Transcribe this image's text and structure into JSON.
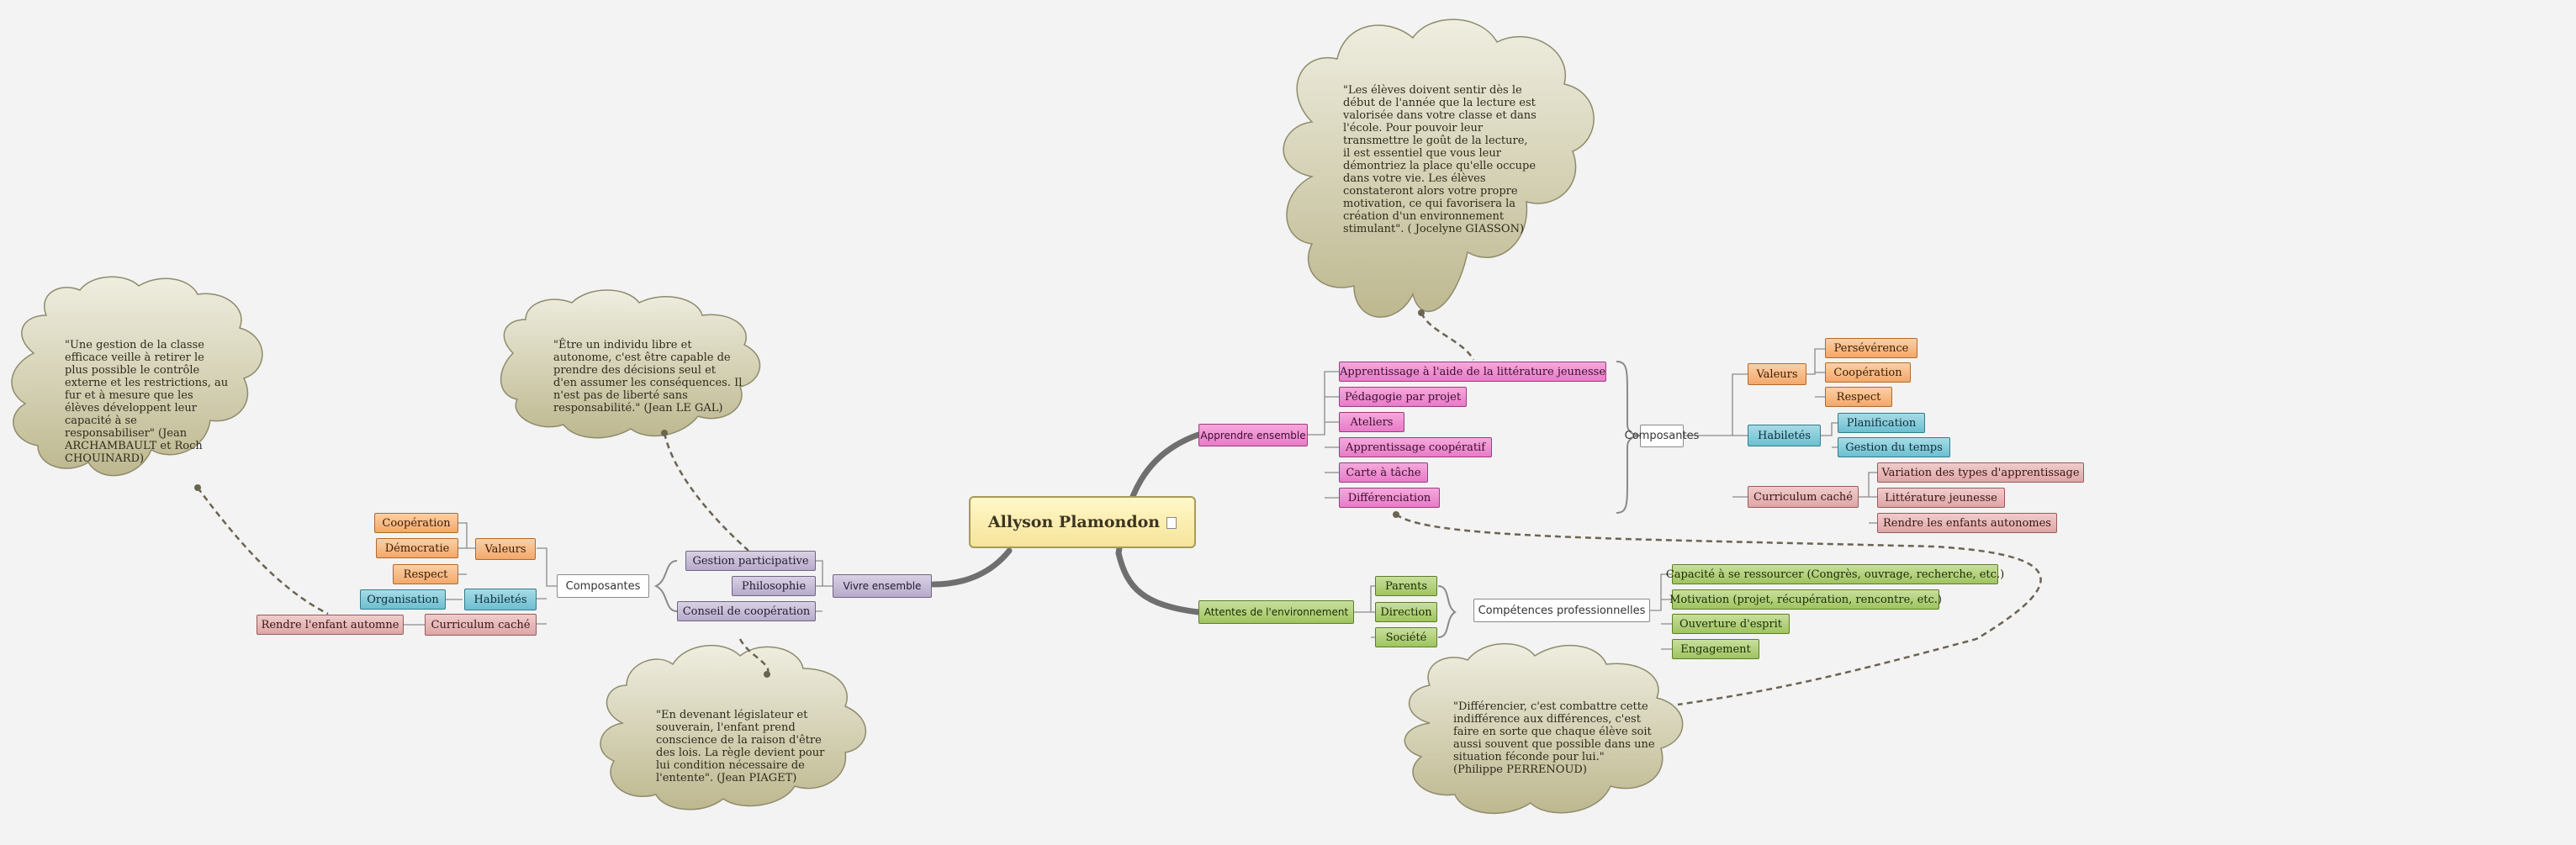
{
  "root": {
    "title": "Allyson Plamondon",
    "icon": "note-icon"
  },
  "colors": {
    "pink": "#e87bc8",
    "orange": "#f3a86b",
    "blue": "#6cbfd1",
    "rose": "#dea6a6",
    "green": "#9fc45f",
    "lavender": "#b7aacb",
    "root": "#f6e49a",
    "cloud": "#d6d3b8",
    "background": "#f3f3f3"
  },
  "apprendre": {
    "label": "Apprendre ensemble",
    "items": [
      "Apprentissage à l'aide de la littérature jeunesse",
      "Pédagogie par projet",
      "Ateliers",
      "Apprentissage coopératif",
      "Carte à tâche",
      "Différenciation"
    ],
    "composantes": "Composantes",
    "valeurs": {
      "label": "Valeurs",
      "items": [
        "Persévérence",
        "Coopération",
        "Respect"
      ]
    },
    "habiletes": {
      "label": "Habiletés",
      "items": [
        "Planification",
        "Gestion du temps"
      ]
    },
    "curriculum": {
      "label": "Curriculum caché",
      "items": [
        "Variation des types d'apprentissage",
        "Littérature jeunesse",
        "Rendre les enfants autonomes"
      ]
    }
  },
  "attentes": {
    "label": "Attentes de l'environnement",
    "items": [
      "Parents",
      "Direction",
      "Société"
    ],
    "competences": "Compétences professionnelles",
    "comp_items": [
      "Capacité à se ressourcer (Congrès, ouvrage, recherche, etc.)",
      "Motivation (projet, récupération, rencontre, etc.)",
      "Ouverture d'esprit",
      "Engagement"
    ]
  },
  "vivre": {
    "label": "Vivre ensemble",
    "items": [
      "Gestion participative",
      "Philosophie",
      "Conseil de coopération"
    ],
    "composantes": "Composantes",
    "valeurs": {
      "label": "Valeurs",
      "items": [
        "Coopération",
        "Démocratie",
        "Respect"
      ]
    },
    "habiletes": {
      "label": "Habiletés",
      "items": [
        "Organisation"
      ]
    },
    "curriculum": {
      "label": "Curriculum caché",
      "items": [
        "Rendre l'enfant automne"
      ]
    }
  },
  "clouds": {
    "giasson": "\"Les élèves doivent sentir dès le début de l'année que la lecture est valorisée dans votre classe et dans l'école. Pour pouvoir leur transmettre le goût de la lecture, il est essentiel que vous leur démontriez la place qu'elle occupe dans votre vie.  Les élèves constateront alors votre propre motivation, ce qui favorisera la création d'un environnement stimulant\". ( Jocelyne GIASSON)",
    "perrenoud": "\"Différencier, c'est combattre cette indifférence aux différences, c'est faire en sorte que chaque élève soit aussi souvent que possible dans une situation féconde pour lui.\" (Philippe PERRENOUD)",
    "legal": "\"Être un individu libre et autonome, c'est être capable de prendre des décisions seul et d'en assumer les conséquences. Il n'est pas de liberté sans responsabilité.\" (Jean LE GAL)",
    "piaget": "\"En devenant législateur et souverain, l'enfant prend conscience de la raison d'être des lois. La règle devient pour lui condition nécessaire de l'entente\". (Jean PIAGET)",
    "archambault": "\"Une gestion de la classe efficace veille à retirer le plus possible le contrôle externe et les restrictions, au fur et à mesure que les élèves développent leur capacité à se responsabiliser\"  (Jean ARCHAMBAULT et Roch CHOUINARD)"
  }
}
